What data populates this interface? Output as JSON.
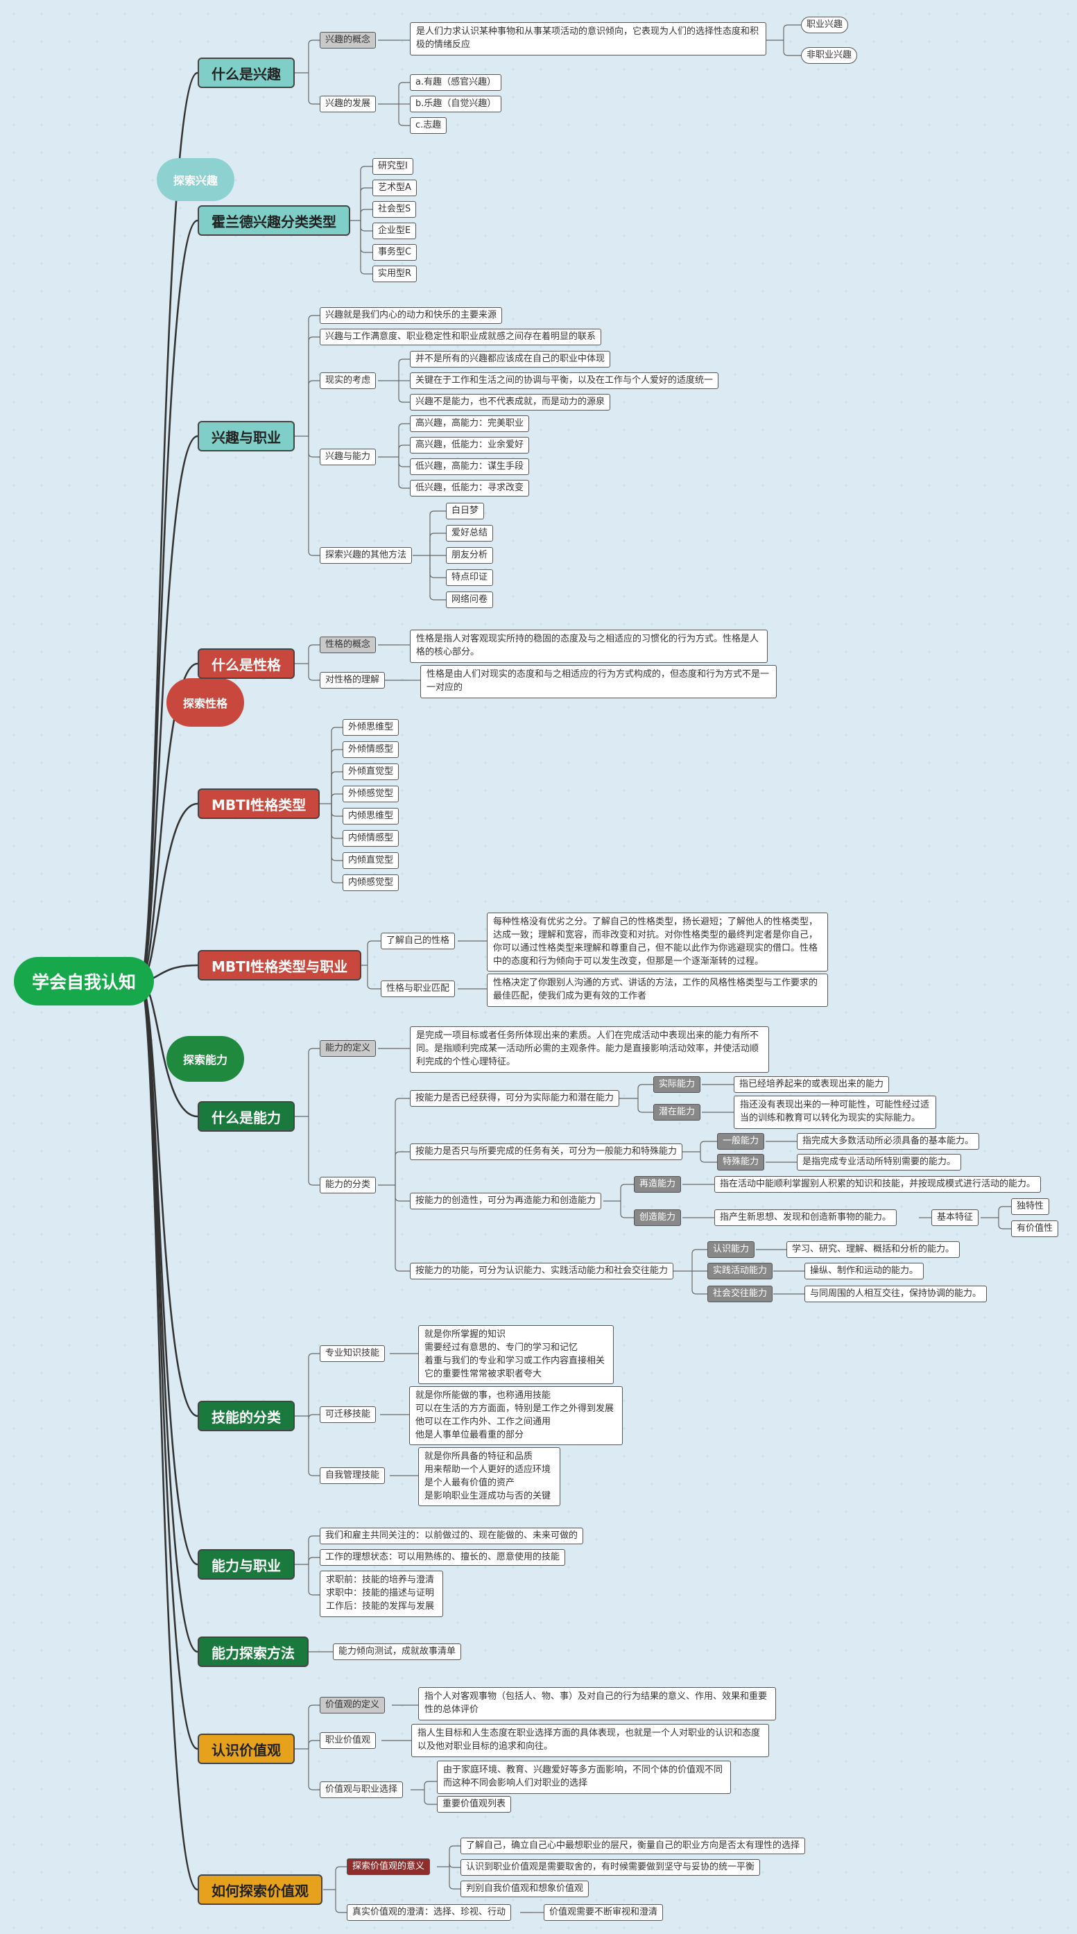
{
  "root": "学会自我认知",
  "clouds": [
    "探索兴趣",
    "探索性格",
    "探索能力"
  ],
  "s1": {
    "title": "什么是兴趣",
    "concept_label": "兴趣的概念",
    "concept_text": "是人们力求认识某种事物和从事某项活动的意识倾向，它表现为人们的选择性态度和积极的情绪反应",
    "job_interest": "职业兴趣",
    "nonjob_interest": "非职业兴趣",
    "dev_label": "兴趣的发展",
    "dev_items": [
      "a.有趣（感官兴趣）",
      "b.乐趣（自觉兴趣）",
      "c.志趣"
    ]
  },
  "s2": {
    "title": "霍兰德兴趣分类类型",
    "items": [
      "研究型I",
      "艺术型A",
      "社会型S",
      "企业型E",
      "事务型C",
      "实用型R"
    ]
  },
  "s3": {
    "title": "兴趣与职业",
    "a": "兴趣就是我们内心的动力和快乐的主要来源",
    "b": "兴趣与工作满意度、职业稳定性和职业成就感之间存在着明显的联系",
    "real_label": "现实的考虑",
    "real_items": [
      "并不是所有的兴趣都应该成在自己的职业中体现",
      "关键在于工作和生活之间的协调与平衡，以及在工作与个人爱好的适度统一",
      "兴趣不是能力，也不代表成就，而是动力的源泉"
    ],
    "ability_label": "兴趣与能力",
    "ability_items": [
      "高兴趣，高能力：完美职业",
      "高兴趣，低能力：业余爱好",
      "低兴趣，高能力：谋生手段",
      "低兴趣，低能力：寻求改变"
    ],
    "method_label": "探索兴趣的其他方法",
    "method_items": [
      "白日梦",
      "爱好总结",
      "朋友分析",
      "特点印证",
      "网络问卷"
    ]
  },
  "s4": {
    "title": "什么是性格",
    "concept_label": "性格的概念",
    "concept_text": "性格是指人对客观现实所持的稳固的态度及与之相适应的习惯化的行为方式。性格是人格的核心部分。",
    "understand_label": "对性格的理解",
    "understand_text": "性格是由人们对现实的态度和与之相适应的行为方式构成的，但态度和行为方式不是一一对应的"
  },
  "s5": {
    "title": "MBTI性格类型",
    "items": [
      "外倾思维型",
      "外倾情感型",
      "外倾直觉型",
      "外倾感觉型",
      "内倾思维型",
      "内倾情感型",
      "内倾直觉型",
      "内倾感觉型"
    ]
  },
  "s6": {
    "title": "MBTI性格类型与职业",
    "know_label": "了解自己的性格",
    "know_text": "每种性格没有优劣之分。了解自己的性格类型，扬长避短；了解他人的性格类型，达成一致；理解和宽容，而非改变和对抗。对你性格类型的最终判定者是你自己，你可以通过性格类型来理解和尊重自己，但不能以此作为你逃避现实的借口。性格中的态度和行为倾向于可以发生改变，但那是一个逐渐渐转的过程。",
    "match_label": "性格与职业匹配",
    "match_text": "性格决定了你跟别人沟通的方式、讲话的方法，工作的风格性格类型与工作要求的最佳匹配，使我们成为更有效的工作者"
  },
  "s7": {
    "title": "什么是能力",
    "def_label": "能力的定义",
    "def_text": "是完成一项目标或者任务所体现出来的素质。人们在完成活动中表现出来的能力有所不同。是指顺利完成某一活动所必需的主观条件。能力是直接影响活动效率，并使活动顺利完成的个性心理特征。",
    "class_label": "能力的分类",
    "b1_label": "按能力是否已经获得，可分为实际能力和潜在能力",
    "actual_label": "实际能力",
    "actual_text": "指已经培养起来的或表现出来的能力",
    "potential_label": "潜在能力",
    "potential_text": "指还没有表现出来的一种可能性，可能性经过适当的训练和教育可以转化为现实的实际能力。",
    "b2_label": "按能力是否只与所要完成的任务有关，可分为一般能力和特殊能力",
    "general_label": "一般能力",
    "general_text": "指完成大多数活动所必须具备的基本能力。",
    "special_label": "特殊能力",
    "special_text": "是指完成专业活动所特别需要的能力。",
    "b3_label": "按能力的创造性，可分为再造能力和创造能力",
    "reproduce_label": "再造能力",
    "reproduce_text": "指在活动中能顺利掌握别人积累的知识和技能，并按现成模式进行活动的能力。",
    "create_label": "创造能力",
    "create_text": "指产生新思想、发现和创造新事物的能力。",
    "basic_label": "基本特征",
    "basic_items": [
      "独特性",
      "有价值性"
    ],
    "b4_label": "按能力的功能，可分为认识能力、实践活动能力和社会交往能力",
    "cog_label": "认识能力",
    "cog_text": "学习、研究、理解、概括和分析的能力。",
    "practice_label": "实践活动能力",
    "practice_text": "操纵、制作和运动的能力。",
    "social_label": "社会交往能力",
    "social_text": "与同周围的人相互交往，保持协调的能力。"
  },
  "s8": {
    "title": "技能的分类",
    "pro_label": "专业知识技能",
    "pro_text": "就是你所掌握的知识\n需要经过有意思的、专门的学习和记忆\n着重与我们的专业和学习或工作内容直接相关\n它的重要性常常被求职者夸大",
    "trans_label": "可迁移技能",
    "trans_text": "就是你所能做的事，也称通用技能\n可以在生活的方方面面，特别是工作之外得到发展\n他可以在工作内外、工作之间通用\n他是人事单位最看重的部分",
    "self_label": "自我管理技能",
    "self_text": "就是你所具备的特征和品质\n用来帮助一个人更好的适应环境\n是个人最有价值的资产\n是影响职业生涯成功与否的关键"
  },
  "s9": {
    "title": "能力与职业",
    "a": "我们和雇主共同关注的：以前做过的、现在能做的、未来可做的",
    "b": "工作的理想状态：可以用熟练的、擅长的、愿意使用的技能",
    "c": "求职前：技能的培养与澄清\n求职中：技能的描述与证明\n工作后：技能的发挥与发展"
  },
  "s10": {
    "title": "能力探索方法",
    "item": "能力倾向测试，成就故事清单"
  },
  "s11": {
    "title": "认识价值观",
    "def_label": "价值观的定义",
    "def_text": "指个人对客观事物（包括人、物、事）及对自己的行为结果的意义、作用、效果和重要性的总体评价",
    "job_label": "职业价值观",
    "job_text": "指人生目标和人生态度在职业选择方面的具体表现，也就是一个人对职业的认识和态度以及他对职业目标的追求和向往。",
    "choose_label": "价值观与职业选择",
    "choose_text": "由于家庭环境、教育、兴趣爱好等多方面影响，不同个体的价值观不同而这种不同会影响人们对职业的选择",
    "important": "重要价值观列表"
  },
  "s12": {
    "title": "如何探索价值观",
    "meaning_label": "探索价值观的意义",
    "meaning_items": [
      "了解自己，确立自己心中最想职业的层尺，衡量自己的职业方向是否太有理性的选择",
      "认识到职业价值观是需要取舍的，有时候需要做到坚守与妥协的统一平衡",
      "判别自我价值观和想象价值观"
    ],
    "clarify_label": "真实价值观的澄清：选择、珍视、行动",
    "clarify_item": "价值观需要不断审视和澄清"
  }
}
